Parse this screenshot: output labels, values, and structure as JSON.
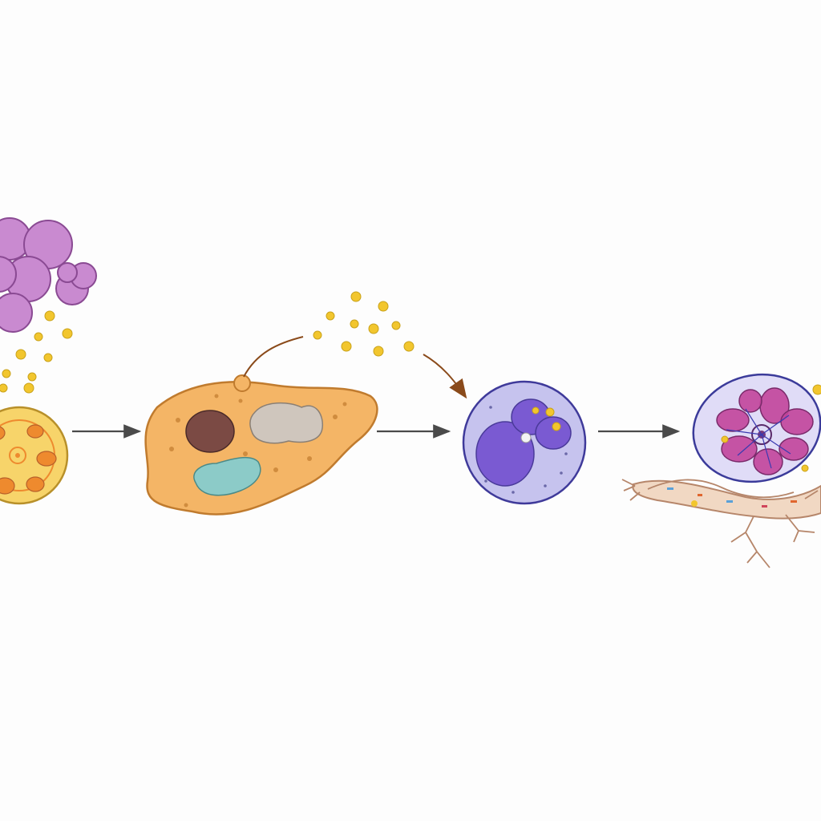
{
  "diagram": {
    "kind": "cell-process-flow",
    "colors": {
      "background": "#fdfdfd",
      "arrow": "#4a4a4a",
      "curved_arrow": "#8a4a1a",
      "particle": "#f2c62e",
      "particle_stroke": "#c9a21a",
      "cluster_fill": "#c98ad0",
      "cluster_stroke": "#8a4a93",
      "stage1_fill": "#f7d46a",
      "stage1_stroke": "#b8902a",
      "stage1_organelle": "#ee8a2e",
      "stage2_fill": "#f4b566",
      "stage2_stroke": "#c07b2e",
      "stage2_organelle_brown": "#7b4a44",
      "stage2_organelle_grey": "#cfc6bd",
      "stage2_organelle_teal": "#8ccbc8",
      "stage3_fill": "#c6c3ee",
      "stage3_stroke": "#3f3a9a",
      "stage3_nucleus": "#7a5ad2",
      "stage4_fill": "#dad6f6",
      "stage4_stroke": "#3b3b9a",
      "stage4_nucleus": "#c2449a",
      "tissue_fill": "#f1d8c3",
      "tissue_stroke": "#b6866a"
    },
    "nodes": [
      {
        "id": "particle-cluster",
        "icon": "cluster-icon"
      },
      {
        "id": "cell-stage-1",
        "icon": "round-cell-icon"
      },
      {
        "id": "cell-stage-2",
        "icon": "amoeboid-cell-icon"
      },
      {
        "id": "cell-stage-3",
        "icon": "nucleated-cell-icon"
      },
      {
        "id": "cell-stage-4",
        "icon": "dividing-cell-icon"
      },
      {
        "id": "tissue-fiber",
        "icon": "branching-fiber-icon"
      }
    ],
    "edges": [
      {
        "from": "cell-stage-1",
        "to": "cell-stage-2",
        "style": "straight"
      },
      {
        "from": "cell-stage-2",
        "to": "cell-stage-3",
        "style": "straight"
      },
      {
        "from": "cell-stage-2",
        "to": "cell-stage-3",
        "style": "curved"
      },
      {
        "from": "cell-stage-3",
        "to": "cell-stage-4",
        "style": "straight"
      }
    ]
  }
}
